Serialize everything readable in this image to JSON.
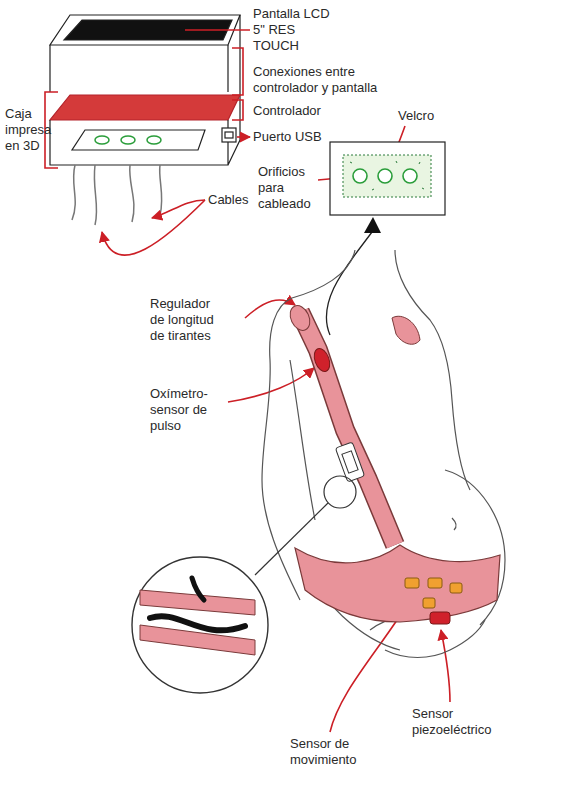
{
  "diagram": {
    "labels": [
      "Pantalla LCD 5\" RES TOUCH",
      "Conexiones entre controlador y pantalla",
      "Caja impresa en 3D",
      "Controlador",
      "Puerto USB",
      "Cables",
      "Velcro",
      "Orificios para cableado",
      "Regulador de longitud de tirantes",
      "Oxímetro-sensor de pulso",
      "Sensor de movimiento",
      "Sensor piezoeléctrico"
    ]
  }
}
